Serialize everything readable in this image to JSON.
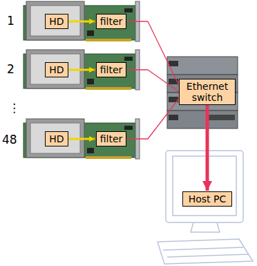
{
  "diagram": {
    "nodes": [
      {
        "text": [
          "HD"
        ]
      },
      {
        "text": [
          "filter"
        ]
      },
      {
        "text": [
          "HD"
        ]
      },
      {
        "text": [
          "filter"
        ]
      },
      {
        "text": [
          "HD"
        ]
      },
      {
        "text": [
          "filter"
        ]
      },
      {
        "text": [
          "Ethernet switch"
        ]
      },
      {
        "text": [
          "Host PC"
        ]
      }
    ],
    "edges": [
      {
        "from": 0,
        "to": 1,
        "arrow": "to"
      },
      {
        "from": 2,
        "to": 3,
        "arrow": "to"
      },
      {
        "from": 4,
        "to": 5,
        "arrow": "to"
      },
      {
        "from": 1,
        "to": 6,
        "arrow": "none"
      },
      {
        "from": 3,
        "to": 6,
        "arrow": "none"
      },
      {
        "from": 5,
        "to": 6,
        "arrow": "none"
      },
      {
        "from": 6,
        "to": 7,
        "arrow": "to"
      }
    ],
    "labels": [
      "1",
      "2",
      "⋮",
      "48"
    ]
  }
}
